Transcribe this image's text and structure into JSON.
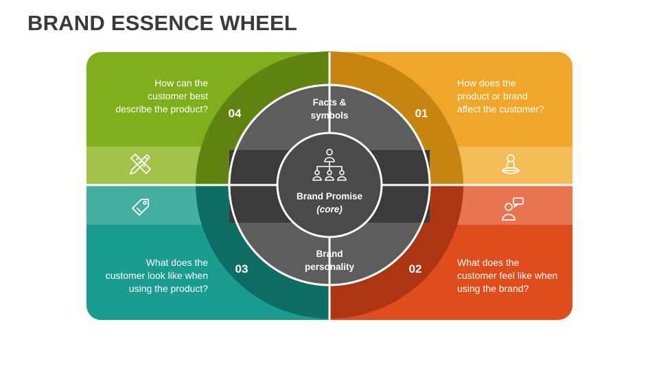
{
  "title": "BRAND ESSENCE WHEEL",
  "colors": {
    "green": "#7faf1a",
    "green_band": "#a3c24a",
    "green_ring": "#5f8210",
    "orange": "#f0a628",
    "orange_band": "#f4bb56",
    "orange_ring": "#c68411",
    "teal": "#1a9c8f",
    "teal_band": "#46ada3",
    "teal_ring": "#0e6e65",
    "red": "#e04d1c",
    "red_band": "#e67550",
    "red_ring": "#ad3512",
    "gray_mid": "#5d5d5d",
    "gray_dark": "#3b3b3b",
    "gray_core": "#4a4a4a"
  },
  "quadrants": {
    "q04": {
      "number": "04",
      "lines": [
        "How can the",
        "customer best",
        "describe the product?"
      ],
      "icon": "pencil-ruler-icon"
    },
    "q01": {
      "number": "01",
      "lines": [
        "How does the",
        "product or brand",
        "affect the customer?"
      ],
      "icon": "trophy-award-icon"
    },
    "q03": {
      "number": "03",
      "lines": [
        "What does the",
        "customer look like when",
        "using the product?"
      ],
      "icon": "price-tag-icon"
    },
    "q02": {
      "number": "02",
      "lines": [
        "What does the",
        "customer feel like when",
        "using the brand?"
      ],
      "icon": "person-speech-bubble-icon"
    }
  },
  "wheel": {
    "top": [
      "Facts &",
      "symbols"
    ],
    "bottom": [
      "Brand",
      "personality"
    ],
    "core": {
      "label": "Brand Promise",
      "sub": "(core)",
      "icon": "org-hierarchy-icon"
    }
  }
}
